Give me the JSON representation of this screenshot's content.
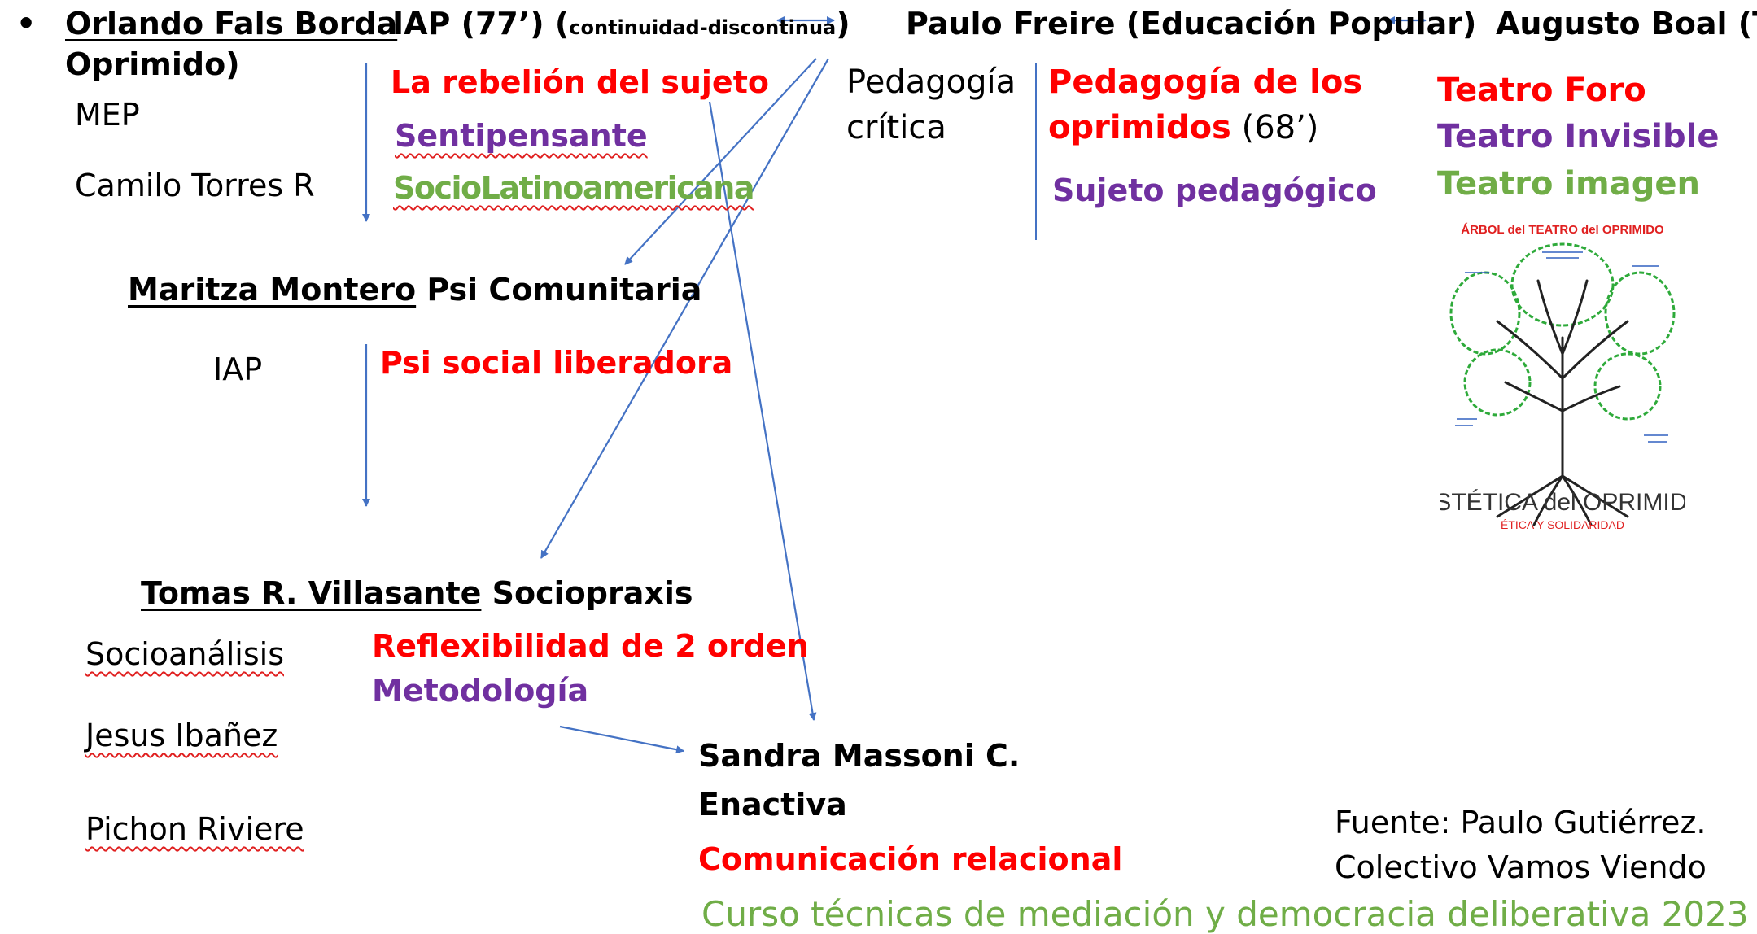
{
  "line1": {
    "bullet": "•",
    "fals_borda": "Orlando Fals Borda",
    "iap77": "IAP (77’) (",
    "continuidad": "continuidad-discontinua",
    "close_paren": ")",
    "freire": "Paulo Freire (Educación Popular)",
    "boal": "Augusto Boal (T.",
    "oprimido": "Oprimido)"
  },
  "fals_borda_branch": {
    "mep": "MEP",
    "camilo": "Camilo Torres R",
    "rebelion": "La rebelión del sujeto",
    "sentipensante": "Sentipensante",
    "sociolat": "SocioLatinoamericana"
  },
  "freire_branch": {
    "pedagogia_1": "Pedagogía",
    "pedagogia_2": "crítica",
    "oprimidos_1": "Pedagogía de los",
    "oprimidos_2": "oprimidos",
    "oprimidos_year": " (68’)",
    "sujeto": "Sujeto pedagógico"
  },
  "boal_branch": {
    "foro": "Teatro Foro",
    "invisible": "Teatro Invisible",
    "imagen": "Teatro imagen",
    "tree_title": "ÁRBOL del TEATRO del OPRIMIDO",
    "tree_bottom": "ESTÉTICA del OPRIMIDO",
    "tree_sub": "ÉTICA Y SOLIDARIDAD"
  },
  "montero": {
    "name": "Maritza Montero",
    "field": " Psi Comunitaria",
    "iap": "IAP",
    "liberadora": "Psi social liberadora"
  },
  "villasante": {
    "name": "Tomas R. Villasante",
    "field": " Sociopraxis",
    "socioanalisis": "Socioanálisis",
    "ibanez": "Jesus Ibañez",
    "pichon": "Pichon Riviere",
    "reflexibilidad": "Reflexibilidad de 2 orden",
    "metodologia": "Metodología"
  },
  "massoni": {
    "name": "Sandra Massoni C.",
    "enactiva": "Enactiva",
    "comunicacion": "Comunicación relacional"
  },
  "footer": {
    "fuente_1": "Fuente: Paulo Gutiérrez.",
    "fuente_2": "Colectivo Vamos Viendo",
    "curso": "Curso técnicas de mediación y democracia deliberativa 2023"
  },
  "colors": {
    "red": "#ff0000",
    "purple": "#7030a0",
    "green": "#70ad47",
    "arrow": "#4472c4"
  }
}
